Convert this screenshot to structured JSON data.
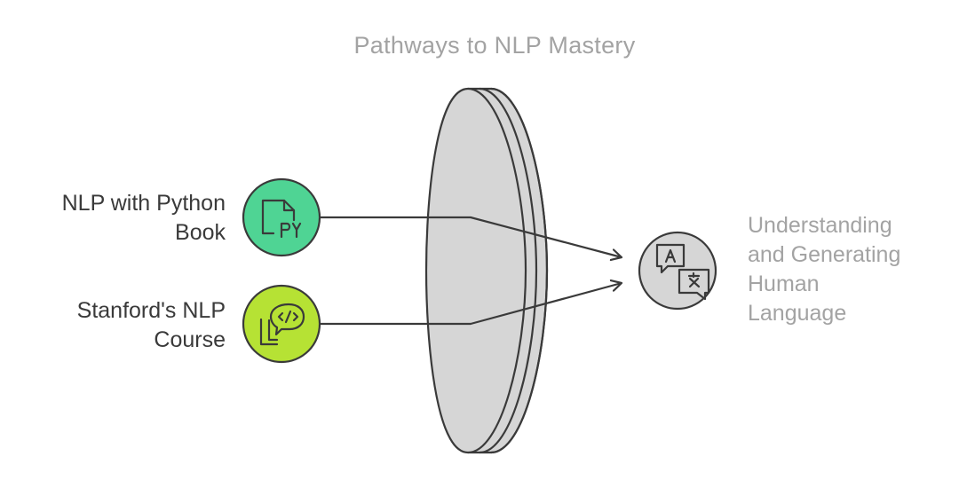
{
  "title": "Pathways to NLP Mastery",
  "inputs": [
    {
      "lines": [
        "NLP with Python",
        "Book"
      ],
      "icon": "python-file-icon",
      "color": "#4fd494"
    },
    {
      "lines": [
        "Stanford's NLP",
        "Course"
      ],
      "icon": "code-chat-icon",
      "color": "#b6e234"
    }
  ],
  "output": {
    "lines": [
      "Understanding",
      "and Generating",
      "Human",
      "Language"
    ],
    "icon": "translate-icon",
    "color": "#d6d6d6"
  },
  "lens": {
    "color": "#d6d6d6"
  }
}
